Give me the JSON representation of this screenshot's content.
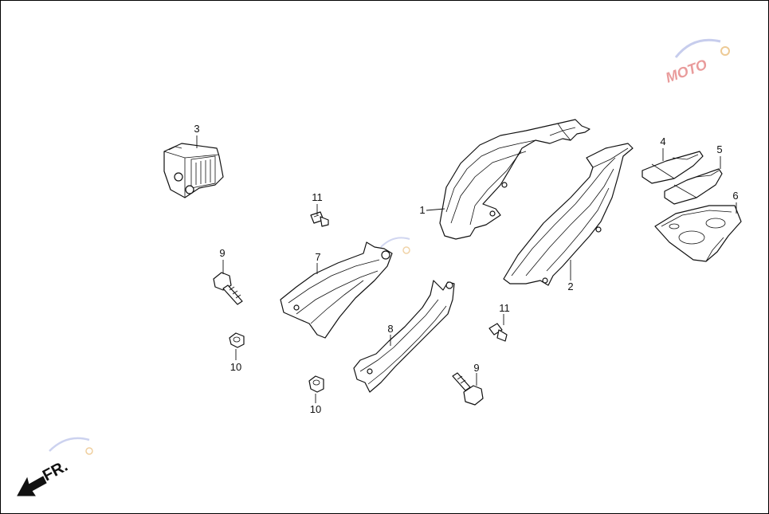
{
  "diagram": {
    "callouts": [
      {
        "id": "c3",
        "text": "3"
      },
      {
        "id": "c11a",
        "text": "11"
      },
      {
        "id": "c1",
        "text": "1"
      },
      {
        "id": "c2",
        "text": "2"
      },
      {
        "id": "c4",
        "text": "4"
      },
      {
        "id": "c5",
        "text": "5"
      },
      {
        "id": "c6",
        "text": "6"
      },
      {
        "id": "c7",
        "text": "7"
      },
      {
        "id": "c9a",
        "text": "9"
      },
      {
        "id": "c10a",
        "text": "10"
      },
      {
        "id": "c8",
        "text": "8"
      },
      {
        "id": "c11b",
        "text": "11"
      },
      {
        "id": "c9b",
        "text": "9"
      },
      {
        "id": "c10b",
        "text": "10"
      }
    ],
    "direction_label": "FR.",
    "watermark_text": "MOTO"
  }
}
